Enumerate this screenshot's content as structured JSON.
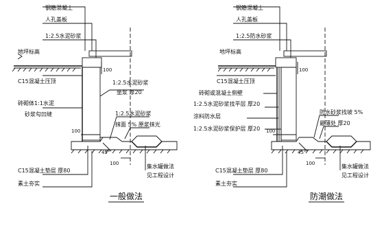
{
  "left_detail": {
    "title": "一般做法",
    "labels": {
      "cap_concrete": "钢筋混凝土",
      "cover_plate": "人孔盖板",
      "cap_mortar": "1:2.5水泥砂浆",
      "floor_level": "地坪标高",
      "c15_cap": "C15混凝土压顶",
      "wall_lime": "砖砌体1:1水泥",
      "wall_joint": "砂浆勾凹缝",
      "corner_mortar": "1:2.5水泥砂浆",
      "corner_bed": "坐浆 厚20",
      "floor_mortar": "1:2.5水泥砂浆",
      "floor_finish": "抹面 5%  原浆抹光",
      "base_layer": "C15混凝土垫层  厚80",
      "soil": "素土夯实",
      "sump_1": "集水罐做法",
      "sump_2": "见工程设计"
    },
    "dims": {
      "d100_left": "100",
      "d100_right": "100",
      "angle": "45°",
      "d100_bottom": "100"
    }
  },
  "right_detail": {
    "title": "防潮做法",
    "labels": {
      "cap_concrete": "钢筋混凝土",
      "cover_plate": "人孔盖板",
      "cap_mortar": "1:2.5防水砂浆",
      "floor_level": "地坪标高",
      "c15_cap": "C15混凝土压顶",
      "wall_type": "砖砌或混凝土侧壁",
      "mortar_20": "1:2.5水泥砂浆找平层  厚20",
      "coating": "涂料防水层",
      "protect": "1:2.5水泥砂浆保护层  厚20",
      "slope_1": "防水砂浆找坡  5%",
      "slope_2": "最薄处  厚20",
      "base_layer": "C15混凝土垫层  厚80",
      "soil": "素土夯实",
      "sump_1": "集水罐做法",
      "sump_2": "见工程设计"
    },
    "dims": {
      "d100_left": "100",
      "d100_right": "100",
      "angle": "45°",
      "d100_bottom": "100"
    }
  }
}
